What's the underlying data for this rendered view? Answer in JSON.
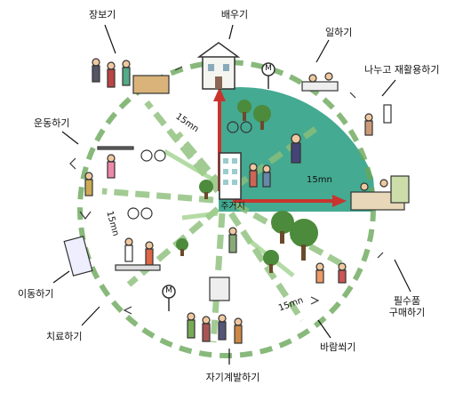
{
  "center": {
    "label": "주거지"
  },
  "activities": {
    "shopping": "장보기",
    "learning": "배우기",
    "working": "일하기",
    "sharing": "나누고 재활용하기",
    "exercise": "운동하기",
    "moving": "이동하기",
    "healthcare": "치료하기",
    "self_dev": "자기계발하기",
    "fresh_air": "바람쐬기",
    "essentials_line1": "필수품",
    "essentials_line2": "구매하기"
  },
  "route_labels": {
    "nw": "15mn",
    "east": "15mn",
    "west": "15mn",
    "south": "15mn"
  },
  "metro_sign": "M",
  "colors": {
    "teal_zone": "#3aa58b",
    "dashed_ring": "#6aa85a",
    "arrow_red": "#c8352e",
    "ink": "#222222",
    "road_green": "#8cbf7a"
  }
}
